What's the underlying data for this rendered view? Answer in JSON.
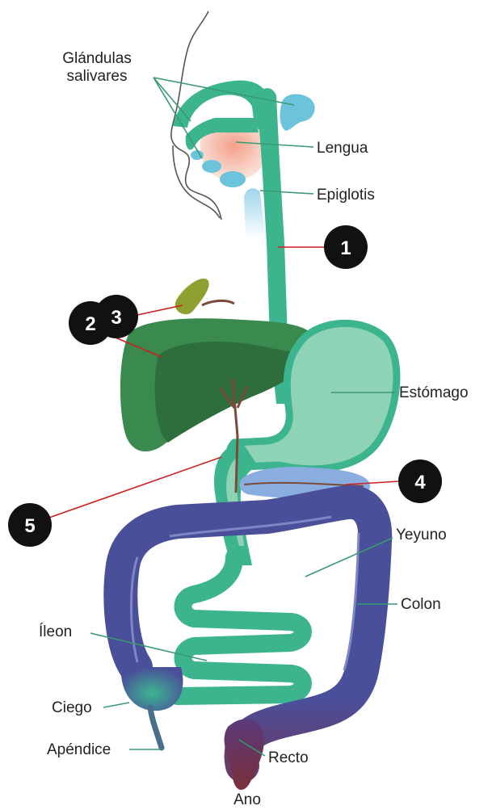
{
  "labels": {
    "salivary_line1": "Glándulas",
    "salivary_line2": "salivares",
    "tongue": "Lengua",
    "epiglottis": "Epiglotis",
    "stomach": "Estómago",
    "jejunum": "Yeyuno",
    "colon": "Colon",
    "ileum": "Íleon",
    "cecum": "Ciego",
    "appendix": "Apéndice",
    "rectum": "Recto",
    "anus": "Ano"
  },
  "markers": [
    "1",
    "2",
    "3",
    "4",
    "5"
  ],
  "colors": {
    "digestive_tract": "#3cb58f",
    "stomach_fill": "#8fd3b6",
    "liver": "#3a8a4f",
    "liver_dark": "#2d6e3c",
    "large_intestine": "#4a4f9a",
    "rectum": "#7a2f3a",
    "salivary_glands": "#6cc4dc",
    "tongue": "#f3b8a6",
    "pancreas": "#8aaee0",
    "gallbladder": "#8fa030",
    "bile_duct": "#7a4a3a",
    "marker_fill": "#111111",
    "marker_leader": "#cc1f1f",
    "label_leader": "#3a9a70"
  }
}
